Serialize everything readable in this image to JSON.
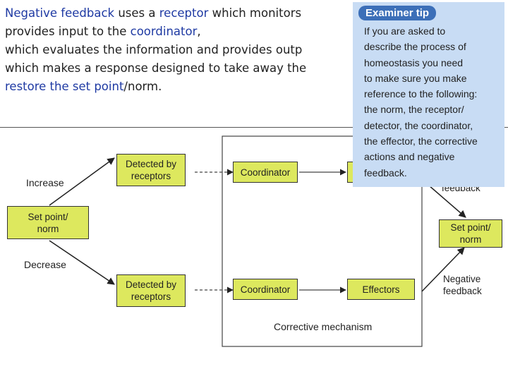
{
  "intro": {
    "line1": [
      {
        "t": "Negative feedback",
        "k": true
      },
      {
        "t": " uses a ",
        "k": false
      },
      {
        "t": "receptor",
        "k": true
      },
      {
        "t": " which monitors",
        "k": false
      }
    ],
    "line2": [
      {
        "t": "provides input to the ",
        "k": false
      },
      {
        "t": "coordinator",
        "k": true
      },
      {
        "t": ",",
        "k": false
      }
    ],
    "line3": [
      {
        "t": "which evaluates the information and provides outp",
        "k": false
      }
    ],
    "line4": [
      {
        "t": "which makes a response designed to take away the",
        "k": false
      }
    ],
    "line5": [
      {
        "t": "restore the set point",
        "k": true
      },
      {
        "t": "/norm.",
        "k": false
      }
    ]
  },
  "diagram": {
    "increase": "Increase",
    "decrease": "Decrease",
    "set_point_left": [
      "Set point/",
      "norm"
    ],
    "detected_top": [
      "Detected by",
      "receptors"
    ],
    "detected_bottom": [
      "Detected by",
      "receptors"
    ],
    "coordinator_top": "Coordinator",
    "coordinator_bottom": "Coordinator",
    "effectors_bottom": "Effectors",
    "feedback_top": "feedback",
    "set_point_right": [
      "Set point/",
      "norm"
    ],
    "negative_feedback": [
      "Negative",
      "feedback"
    ],
    "corrective": "Corrective mechanism"
  },
  "tip": {
    "heading": "Examiner tip",
    "lines": [
      "If you are asked to",
      "describe the process of",
      "homeostasis you need",
      "to make sure you make",
      "reference to the following:",
      "the norm, the receptor/",
      "detector, the coordinator,",
      "the effector, the corrective",
      "actions and negative",
      "feedback."
    ]
  },
  "colors": {
    "keyword": "#1f3aa3",
    "box": "#dde85e",
    "tip_bg": "#c8dcf4",
    "tip_head": "#3c6fb8"
  }
}
